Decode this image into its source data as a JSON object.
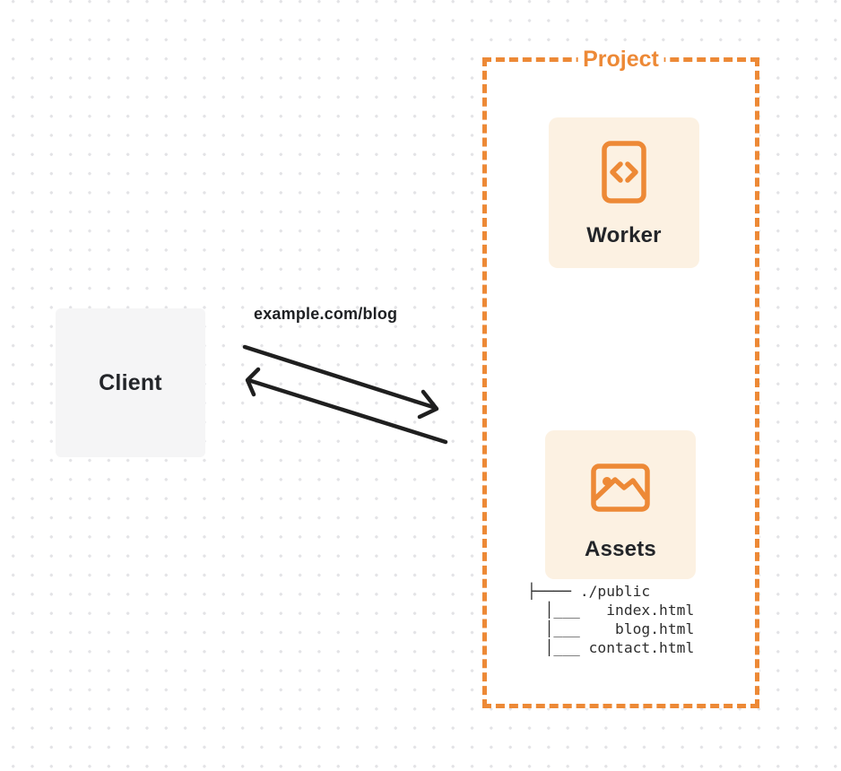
{
  "client": {
    "label": "Client"
  },
  "request": {
    "url_label": "example.com/blog"
  },
  "project": {
    "title": "Project",
    "worker": {
      "label": "Worker",
      "icon": "code-file-icon"
    },
    "assets": {
      "label": "Assets",
      "icon": "image-icon",
      "tree": "├──── ./public\n  │___   index.html\n  │___    blog.html\n  │___ contact.html"
    }
  },
  "colors": {
    "accent_orange": "#ED8936",
    "card_background": "#FCF1E2",
    "client_background": "#F5F5F6",
    "text_dark": "#232529",
    "arrow_black": "#1F1F1F",
    "grid_dot": "#E3E3E6"
  }
}
